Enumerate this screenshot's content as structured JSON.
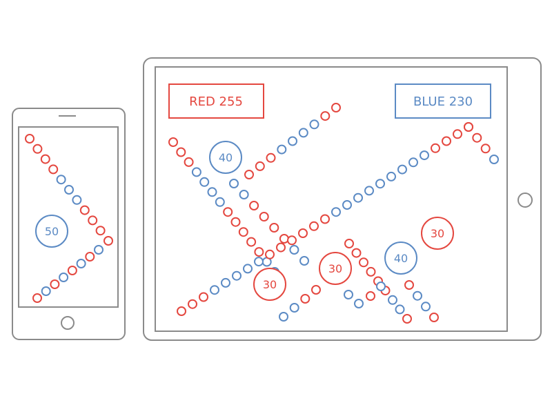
{
  "colors": {
    "red": "#e4473f",
    "blue": "#5b8ac4",
    "device": "#8a8a8a"
  },
  "tablet": {
    "score_red_label": "RED 255",
    "score_blue_label": "BLUE 230",
    "bubbles": [
      {
        "value": "40",
        "color": "blue"
      },
      {
        "value": "40",
        "color": "blue"
      },
      {
        "value": "30",
        "color": "red"
      },
      {
        "value": "30",
        "color": "red"
      },
      {
        "value": "30",
        "color": "red"
      }
    ]
  },
  "phone": {
    "bubbles": [
      {
        "value": "50",
        "color": "blue"
      }
    ]
  }
}
